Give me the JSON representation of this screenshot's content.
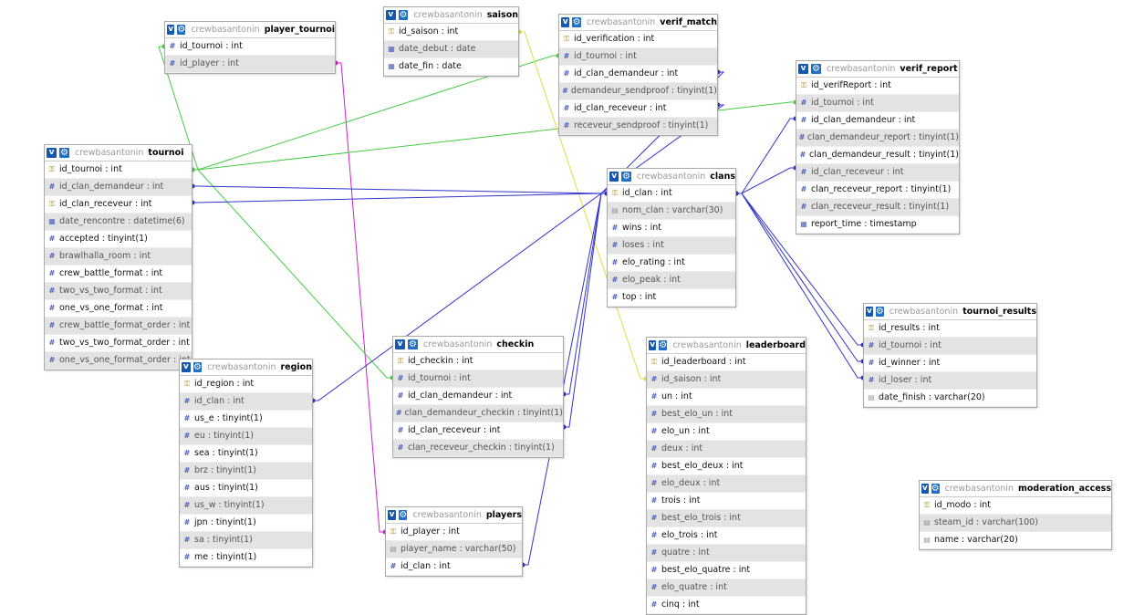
{
  "db_name": "crewbasantonin",
  "tables": [
    {
      "id": "player_tournoi",
      "name": "player_tournoi",
      "cols": [
        {
          "n": "id_tournoi : int",
          "i": "num"
        },
        {
          "n": "id_player : int",
          "i": "num"
        }
      ]
    },
    {
      "id": "saison",
      "name": "saison",
      "cols": [
        {
          "n": "id_saison : int",
          "i": "key"
        },
        {
          "n": "date_debut : date",
          "i": "date"
        },
        {
          "n": "date_fin : date",
          "i": "date"
        }
      ]
    },
    {
      "id": "verif_match",
      "name": "verif_match",
      "cols": [
        {
          "n": "id_verification : int",
          "i": "key"
        },
        {
          "n": "id_tournoi : int",
          "i": "num"
        },
        {
          "n": "id_clan_demandeur : int",
          "i": "num"
        },
        {
          "n": "demandeur_sendproof : tinyint(1)",
          "i": "num"
        },
        {
          "n": "id_clan_receveur : int",
          "i": "num"
        },
        {
          "n": "receveur_sendproof : tinyint(1)",
          "i": "num"
        }
      ]
    },
    {
      "id": "verif_report",
      "name": "verif_report",
      "cols": [
        {
          "n": "id_verifReport : int",
          "i": "key"
        },
        {
          "n": "id_tournoi : int",
          "i": "num"
        },
        {
          "n": "id_clan_demandeur : int",
          "i": "num"
        },
        {
          "n": "clan_demandeur_report : tinyint(1)",
          "i": "num"
        },
        {
          "n": "clan_demandeur_result : tinyint(1)",
          "i": "num"
        },
        {
          "n": "id_clan_receveur : int",
          "i": "num"
        },
        {
          "n": "clan_receveur_report : tinyint(1)",
          "i": "num"
        },
        {
          "n": "clan_receveur_result : tinyint(1)",
          "i": "num"
        },
        {
          "n": "report_time : timestamp",
          "i": "date"
        }
      ]
    },
    {
      "id": "tournoi",
      "name": "tournoi",
      "cols": [
        {
          "n": "id_tournoi : int",
          "i": "key"
        },
        {
          "n": "id_clan_demandeur : int",
          "i": "num"
        },
        {
          "n": "id_clan_receveur : int",
          "i": "key"
        },
        {
          "n": "date_rencontre : datetime(6)",
          "i": "date"
        },
        {
          "n": "accepted : tinyint(1)",
          "i": "num"
        },
        {
          "n": "brawlhalla_room : int",
          "i": "num"
        },
        {
          "n": "crew_battle_format : int",
          "i": "num"
        },
        {
          "n": "two_vs_two_format : int",
          "i": "num"
        },
        {
          "n": "one_vs_one_format : int",
          "i": "num"
        },
        {
          "n": "crew_battle_format_order : int",
          "i": "num"
        },
        {
          "n": "two_vs_two_format_order : int",
          "i": "num"
        },
        {
          "n": "one_vs_one_format_order : int",
          "i": "num"
        }
      ]
    },
    {
      "id": "clans",
      "name": "clans",
      "cols": [
        {
          "n": "id_clan : int",
          "i": "key"
        },
        {
          "n": "nom_clan : varchar(30)",
          "i": "txt"
        },
        {
          "n": "wins : int",
          "i": "num"
        },
        {
          "n": "loses : int",
          "i": "num"
        },
        {
          "n": "elo_rating : int",
          "i": "num"
        },
        {
          "n": "elo_peak : int",
          "i": "num"
        },
        {
          "n": "top : int",
          "i": "num"
        }
      ]
    },
    {
      "id": "region",
      "name": "region",
      "cols": [
        {
          "n": "id_region : int",
          "i": "key"
        },
        {
          "n": "id_clan : int",
          "i": "num"
        },
        {
          "n": "us_e : tinyint(1)",
          "i": "num"
        },
        {
          "n": "eu : tinyint(1)",
          "i": "num"
        },
        {
          "n": "sea : tinyint(1)",
          "i": "num"
        },
        {
          "n": "brz : tinyint(1)",
          "i": "num"
        },
        {
          "n": "aus : tinyint(1)",
          "i": "num"
        },
        {
          "n": "us_w : tinyint(1)",
          "i": "num"
        },
        {
          "n": "jpn : tinyint(1)",
          "i": "num"
        },
        {
          "n": "sa : tinyint(1)",
          "i": "num"
        },
        {
          "n": "me : tinyint(1)",
          "i": "num"
        }
      ]
    },
    {
      "id": "checkin",
      "name": "checkin",
      "cols": [
        {
          "n": "id_checkin : int",
          "i": "key"
        },
        {
          "n": "id_tournoi : int",
          "i": "num"
        },
        {
          "n": "id_clan_demandeur : int",
          "i": "num"
        },
        {
          "n": "clan_demandeur_checkin : tinyint(1)",
          "i": "num"
        },
        {
          "n": "id_clan_receveur : int",
          "i": "num"
        },
        {
          "n": "clan_receveur_checkin : tinyint(1)",
          "i": "num"
        }
      ]
    },
    {
      "id": "leaderboard",
      "name": "leaderboard",
      "cols": [
        {
          "n": "id_leaderboard : int",
          "i": "key"
        },
        {
          "n": "id_saison : int",
          "i": "num"
        },
        {
          "n": "un : int",
          "i": "num"
        },
        {
          "n": "best_elo_un : int",
          "i": "num"
        },
        {
          "n": "elo_un : int",
          "i": "num"
        },
        {
          "n": "deux : int",
          "i": "num"
        },
        {
          "n": "best_elo_deux : int",
          "i": "num"
        },
        {
          "n": "elo_deux : int",
          "i": "num"
        },
        {
          "n": "trois : int",
          "i": "num"
        },
        {
          "n": "best_elo_trois : int",
          "i": "num"
        },
        {
          "n": "elo_trois : int",
          "i": "num"
        },
        {
          "n": "quatre : int",
          "i": "num"
        },
        {
          "n": "best_elo_quatre : int",
          "i": "num"
        },
        {
          "n": "elo_quatre : int",
          "i": "num"
        },
        {
          "n": "cinq : int",
          "i": "num"
        }
      ]
    },
    {
      "id": "tournoi_results",
      "name": "tournoi_results",
      "cols": [
        {
          "n": "id_results : int",
          "i": "key"
        },
        {
          "n": "id_tournoi : int",
          "i": "num"
        },
        {
          "n": "id_winner : int",
          "i": "num"
        },
        {
          "n": "id_loser : int",
          "i": "num"
        },
        {
          "n": "date_finish : varchar(20)",
          "i": "txt"
        }
      ]
    },
    {
      "id": "players",
      "name": "players",
      "cols": [
        {
          "n": "id_player : int",
          "i": "key"
        },
        {
          "n": "player_name : varchar(50)",
          "i": "txt"
        },
        {
          "n": "id_clan : int",
          "i": "num"
        }
      ]
    },
    {
      "id": "moderation_access",
      "name": "moderation_access",
      "cols": [
        {
          "n": "id_modo : int",
          "i": "key"
        },
        {
          "n": "steam_id : varchar(100)",
          "i": "txt"
        },
        {
          "n": "name : varchar(20)",
          "i": "txt"
        }
      ]
    }
  ],
  "relations": [
    {
      "from": "player_tournoi.id_tournoi",
      "to": "tournoi.id_tournoi",
      "color": "#44cc44"
    },
    {
      "from": "player_tournoi.id_player",
      "to": "players.id_player",
      "color": "#cc22cc"
    },
    {
      "from": "verif_match.id_tournoi",
      "to": "tournoi.id_tournoi",
      "color": "#44cc44"
    },
    {
      "from": "verif_report.id_tournoi",
      "to": "tournoi.id_tournoi",
      "color": "#44cc44"
    },
    {
      "from": "checkin.id_tournoi",
      "to": "tournoi.id_tournoi",
      "color": "#44cc44"
    },
    {
      "from": "leaderboard.id_saison",
      "to": "saison.id_saison",
      "color": "#dddd44"
    },
    {
      "from": "tournoi.id_clan_demandeur",
      "to": "clans.id_clan",
      "color": "#3333cc"
    },
    {
      "from": "tournoi.id_clan_receveur",
      "to": "clans.id_clan",
      "color": "#3333cc"
    },
    {
      "from": "verif_match.id_clan_demandeur",
      "to": "clans.id_clan",
      "color": "#3333cc"
    },
    {
      "from": "verif_match.id_clan_receveur",
      "to": "clans.id_clan",
      "color": "#3333cc"
    },
    {
      "from": "verif_report.id_clan_demandeur",
      "to": "clans.id_clan",
      "color": "#3333cc"
    },
    {
      "from": "verif_report.id_clan_receveur",
      "to": "clans.id_clan",
      "color": "#3333cc"
    },
    {
      "from": "tournoi_results.id_tournoi",
      "to": "clans.id_clan",
      "color": "#3333cc"
    },
    {
      "from": "tournoi_results.id_winner",
      "to": "clans.id_clan",
      "color": "#3333cc"
    },
    {
      "from": "tournoi_results.id_loser",
      "to": "clans.id_clan",
      "color": "#3333cc"
    },
    {
      "from": "region.id_clan",
      "to": "clans.id_clan",
      "color": "#3333cc"
    },
    {
      "from": "checkin.id_clan_demandeur",
      "to": "clans.id_clan",
      "color": "#3333cc"
    },
    {
      "from": "checkin.id_clan_receveur",
      "to": "clans.id_clan",
      "color": "#3333cc"
    },
    {
      "from": "players.id_clan",
      "to": "clans.id_clan",
      "color": "#3333cc"
    }
  ]
}
